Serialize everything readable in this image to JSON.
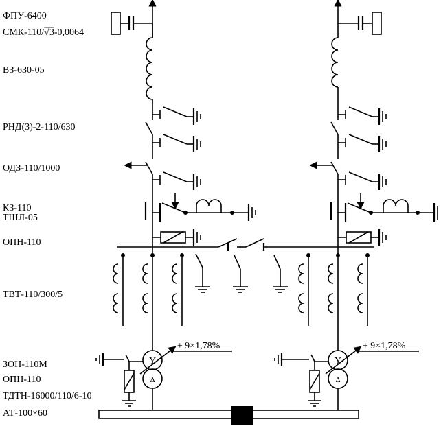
{
  "labels": {
    "fpu": "ФПУ-6400",
    "smk_prefix": "СМК-110/",
    "smk_root": "√3",
    "smk_suffix": "-0,0064",
    "vz": "ВЗ-630-05",
    "rnd": "РНД(3)-2-110/630",
    "odz": "ОДЗ-110/1000",
    "kz": "КЗ-110",
    "tshl": "ТШЛ-05",
    "opn_top": "ОПН-110",
    "tvt": "ТВТ-110/300/5",
    "zon": "ЗОН-110М",
    "opn_bottom": "ОПН-110",
    "tdtn": "ТДТН-16000/110/6-10",
    "at": "АТ-100×60",
    "tap_left": "± 9×1,78%",
    "tap_right": "± 9×1,78%"
  },
  "icons": {
    "transformer_star": "Y",
    "transformer_delta": "Δ"
  }
}
